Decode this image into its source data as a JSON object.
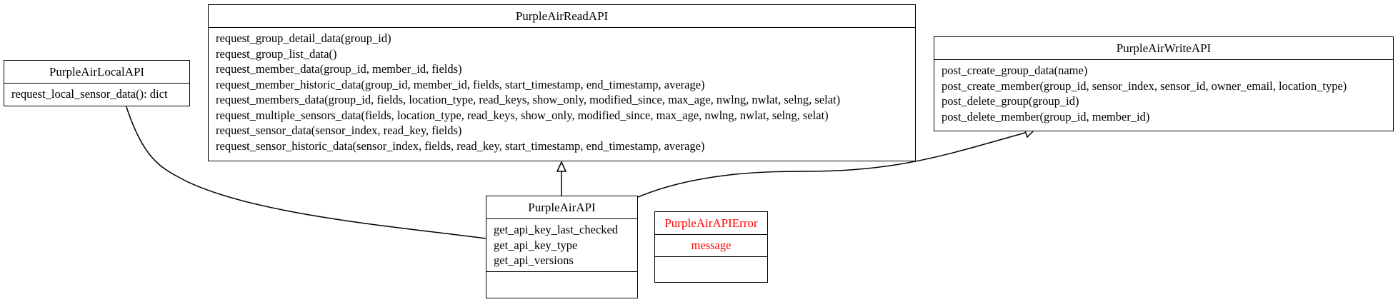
{
  "classes": {
    "local": {
      "name": "PurpleAirLocalAPI",
      "methods": [
        "request_local_sensor_data(): dict"
      ]
    },
    "read": {
      "name": "PurpleAirReadAPI",
      "methods": [
        "request_group_detail_data(group_id)",
        "request_group_list_data()",
        "request_member_data(group_id, member_id, fields)",
        "request_member_historic_data(group_id, member_id, fields, start_timestamp, end_timestamp, average)",
        "request_members_data(group_id, fields, location_type, read_keys, show_only, modified_since, max_age, nwlng, nwlat, selng, selat)",
        "request_multiple_sensors_data(fields, location_type, read_keys, show_only, modified_since, max_age, nwlng, nwlat, selng, selat)",
        "request_sensor_data(sensor_index, read_key, fields)",
        "request_sensor_historic_data(sensor_index, fields, read_key, start_timestamp, end_timestamp, average)"
      ]
    },
    "write": {
      "name": "PurpleAirWriteAPI",
      "methods": [
        "post_create_group_data(name)",
        "post_create_member(group_id, sensor_index, sensor_id, owner_email, location_type)",
        "post_delete_group(group_id)",
        "post_delete_member(group_id, member_id)"
      ]
    },
    "api": {
      "name": "PurpleAirAPI",
      "attributes": [
        "get_api_key_last_checked",
        "get_api_key_type",
        "get_api_versions"
      ]
    },
    "error": {
      "name": "PurpleAirAPIError",
      "attributes": [
        "message"
      ],
      "color": "#ff0000"
    }
  },
  "relations": [
    {
      "from": "PurpleAirAPI",
      "to": "PurpleAirLocalAPI",
      "type": "inheritance"
    },
    {
      "from": "PurpleAirAPI",
      "to": "PurpleAirReadAPI",
      "type": "inheritance"
    },
    {
      "from": "PurpleAirAPI",
      "to": "PurpleAirWriteAPI",
      "type": "inheritance"
    }
  ]
}
